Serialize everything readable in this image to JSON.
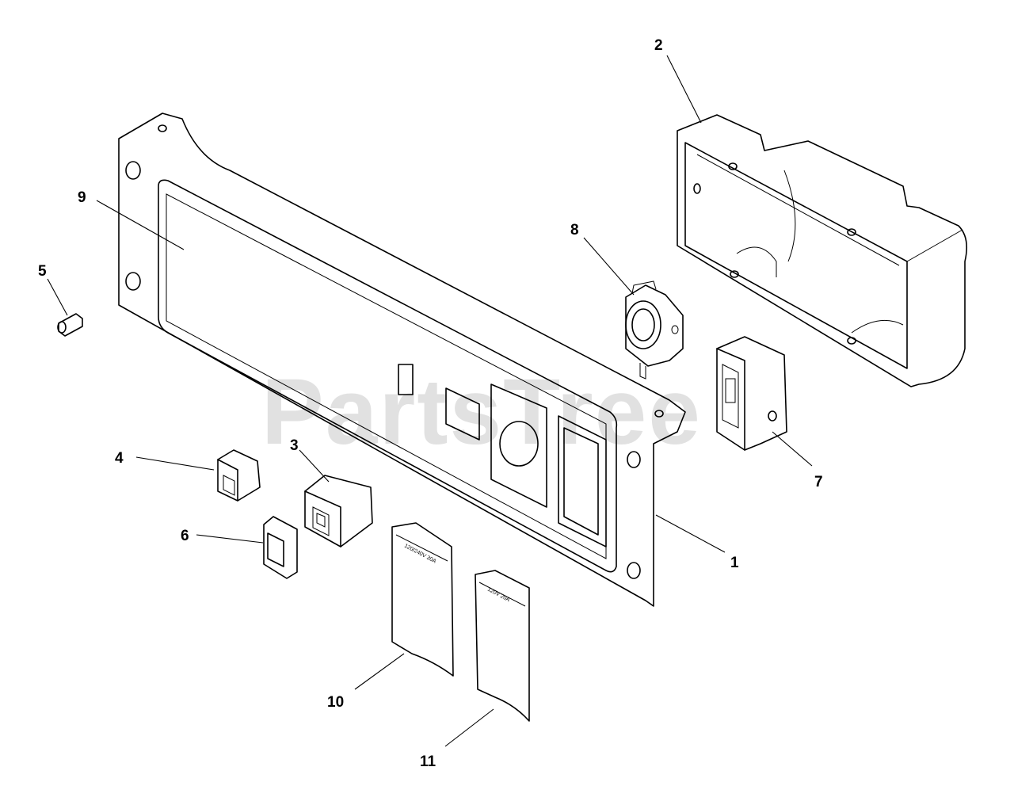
{
  "watermark": "PartsTree",
  "callouts": {
    "c1": "1",
    "c2": "2",
    "c3": "3",
    "c4": "4",
    "c5": "5",
    "c6": "6",
    "c7": "7",
    "c8": "8",
    "c9": "9",
    "c10": "10",
    "c11": "11"
  },
  "covers": {
    "cover_10_label": "120/240V 30A",
    "cover_11_label": "120V 20A"
  }
}
